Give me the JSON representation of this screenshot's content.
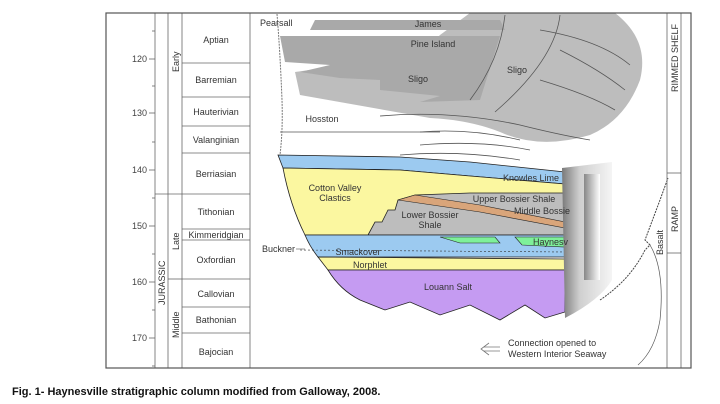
{
  "figure": {
    "caption": "Fig. 1- Haynesville stratigraphic column modified from Galloway, 2008.",
    "age_ticks": [
      "120",
      "130",
      "140",
      "150",
      "160",
      "170"
    ],
    "period": "JURASSIC",
    "epochs": [
      "Early",
      "Late",
      "Middle"
    ],
    "stages": [
      "Aptian",
      "Barremian",
      "Hauterivian",
      "Valanginian",
      "Berriasian",
      "Tithonian",
      "Kimmeridgian",
      "Oxfordian",
      "Callovian",
      "Bathonian",
      "Bajocian"
    ],
    "formations": {
      "pearsall": "Pearsall",
      "james": "James",
      "pine_island": "Pine Island",
      "sligo_1": "Sligo",
      "sligo_2": "Sligo",
      "hosston": "Hosston",
      "knowles": "Knowles Lime",
      "cotton_valley_1": "Cotton Valley",
      "cotton_valley_2": "Clastics",
      "upper_bossier": "Upper Bossier Shale",
      "middle_bossier": "Middle Bossie",
      "lower_bossier_1": "Lower Bossier",
      "lower_bossier_2": "Shale",
      "haynesville": "Haynesv",
      "buckner": "Buckner",
      "smackover": "Smackover",
      "norphlet": "Norphlet",
      "louann": "Louann Salt",
      "basalt": "Basalt"
    },
    "settings": [
      "RIMMED SHELF",
      "RAMP"
    ],
    "connection_note": [
      "Connection opened to",
      "Western Interior Seaway"
    ],
    "colors": {
      "shelf_gray": "#a9a9a9",
      "blue": "#9ccaf0",
      "yellow": "#fbf7a0",
      "shale_gray": "#bdbdbd",
      "brown": "#d9a57a",
      "green": "#7ef09a",
      "purple": "#c59bf2"
    }
  }
}
